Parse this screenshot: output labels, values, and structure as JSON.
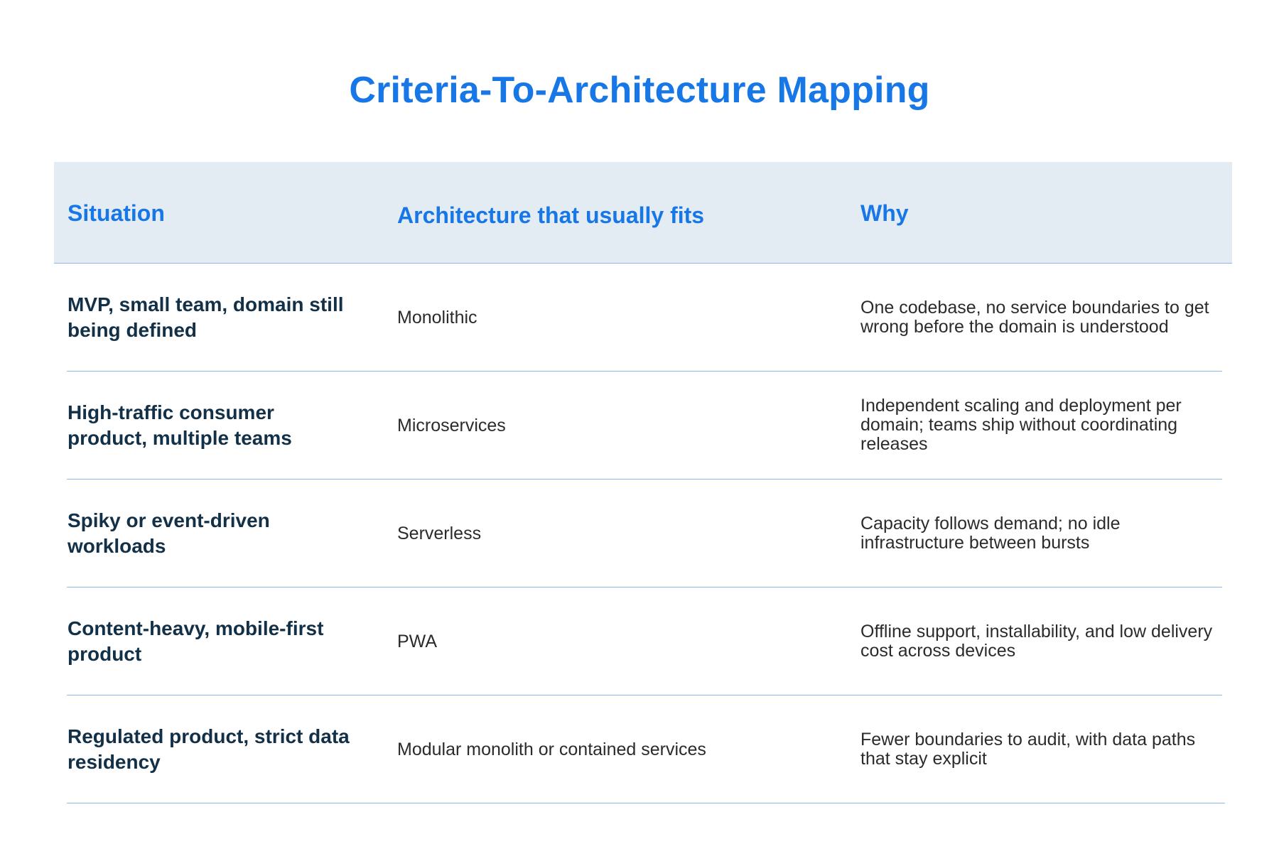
{
  "title": "Criteria-To-Architecture Mapping",
  "table": {
    "headers": {
      "situation": "Situation",
      "architecture": "Architecture that usually fits",
      "why": "Why"
    },
    "rows": [
      {
        "situation": "MVP, small team, domain still being defined",
        "architecture": "Monolithic",
        "why": "One codebase, no service boundaries to get wrong before the domain is understood"
      },
      {
        "situation": "High-traffic consumer product, multiple teams",
        "architecture": "Microservices",
        "why": "Independent scaling and deployment per domain; teams ship without coordinating releases"
      },
      {
        "situation": "Spiky or event-driven workloads",
        "architecture": "Serverless",
        "why": "Capacity follows demand; no idle infrastructure between bursts"
      },
      {
        "situation": "Content-heavy, mobile-first product",
        "architecture": "PWA",
        "why": "Offline support, installability, and low delivery cost across devices"
      },
      {
        "situation": "Regulated product, strict data residency",
        "architecture": "Modular monolith or contained services",
        "why": "Fewer boundaries to audit, with data paths that stay explicit"
      }
    ]
  },
  "colors": {
    "accent": "#1877e6",
    "header_bg": "#e3ebf3",
    "divider": "#8eb4ee",
    "situation_text": "#123047",
    "body_text": "#2b2b2b"
  }
}
